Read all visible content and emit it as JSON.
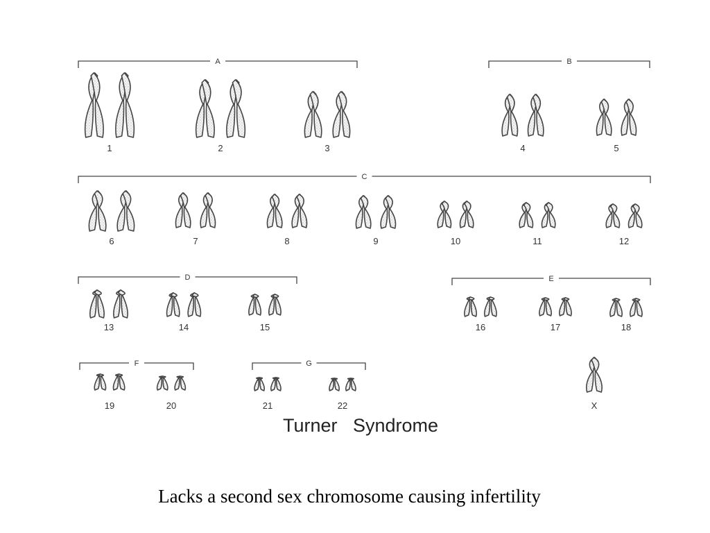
{
  "groups": [
    {
      "label": "A",
      "pairs": [
        {
          "label": "1"
        },
        {
          "label": "2"
        },
        {
          "label": "3"
        }
      ]
    },
    {
      "label": "B",
      "pairs": [
        {
          "label": "4"
        },
        {
          "label": "5"
        }
      ]
    },
    {
      "label": "C",
      "pairs": [
        {
          "label": "6"
        },
        {
          "label": "7"
        },
        {
          "label": "8"
        },
        {
          "label": "9"
        },
        {
          "label": "10"
        },
        {
          "label": "11"
        },
        {
          "label": "12"
        }
      ]
    },
    {
      "label": "D",
      "pairs": [
        {
          "label": "13"
        },
        {
          "label": "14"
        },
        {
          "label": "15"
        }
      ]
    },
    {
      "label": "E",
      "pairs": [
        {
          "label": "16"
        },
        {
          "label": "17"
        },
        {
          "label": "18"
        }
      ]
    },
    {
      "label": "F",
      "pairs": [
        {
          "label": "19"
        },
        {
          "label": "20"
        }
      ]
    },
    {
      "label": "G",
      "pairs": [
        {
          "label": "21"
        },
        {
          "label": "22"
        }
      ]
    }
  ],
  "sex_chromosome": {
    "label": "X",
    "count": 1
  },
  "title": "Turner   Syndrome",
  "caption": "Lacks a second sex chromosome causing infertility",
  "colors": {
    "ink": "#444444",
    "fill": "#f2f2f2"
  }
}
